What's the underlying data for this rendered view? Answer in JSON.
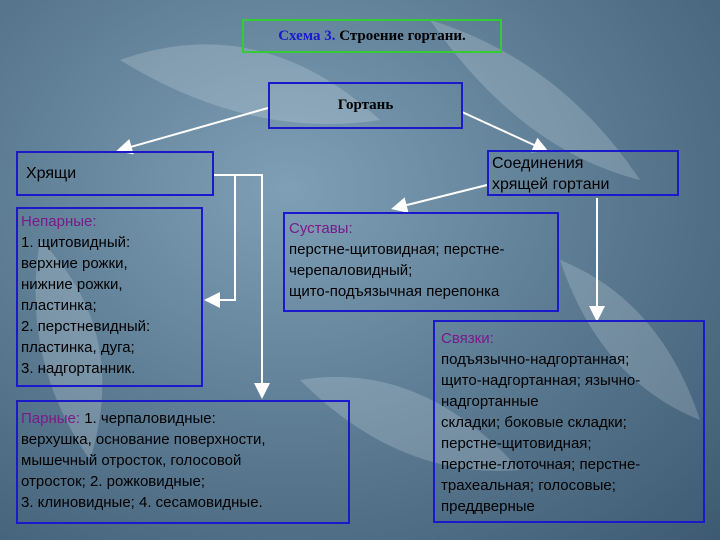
{
  "title": {
    "prefix": "Схема 3.",
    "text": " Строение гортани."
  },
  "root": "Гортань",
  "cartilages": {
    "header": "Хрящи",
    "unpaired": {
      "label": "Непарные:",
      "lines": [
        "1. щитовидный:",
        "верхние рожки,",
        "нижние рожки,",
        "пластинка;",
        "2. перстневидный:",
        "пластинка, дуга;",
        "3. надгортанник."
      ]
    },
    "paired": {
      "label": "Парные:",
      "first_line": " 1. черпаловидные:",
      "lines": [
        "верхушка, основание поверхности,",
        "мышечный отросток, голосовой",
        "отросток; 2. рожковидные;",
        "3. клиновидные; 4. сесамовидные."
      ]
    }
  },
  "connections": {
    "header_lines": [
      "Соединения",
      "хрящей гортани"
    ],
    "joints": {
      "label": "Суставы:",
      "lines": [
        "перстне-щитовидная; перстне-",
        "черепаловидный;",
        "щито-подъязычная перепонка"
      ]
    },
    "ligaments": {
      "label": "Связки:",
      "lines": [
        "подъязычно-надгортанная;",
        "щито-надгортанная; язычно-",
        "надгортанные",
        "складки; боковые складки;",
        "перстне-щитовидная;",
        "перстне-глоточная; перстне-",
        "трахеальная; голосовые;",
        "преддверные"
      ]
    }
  },
  "colors": {
    "box_border": "#1a1acc",
    "title_border": "#33cc33",
    "label": "#7a1a8c",
    "arrow": "#ffffff"
  }
}
